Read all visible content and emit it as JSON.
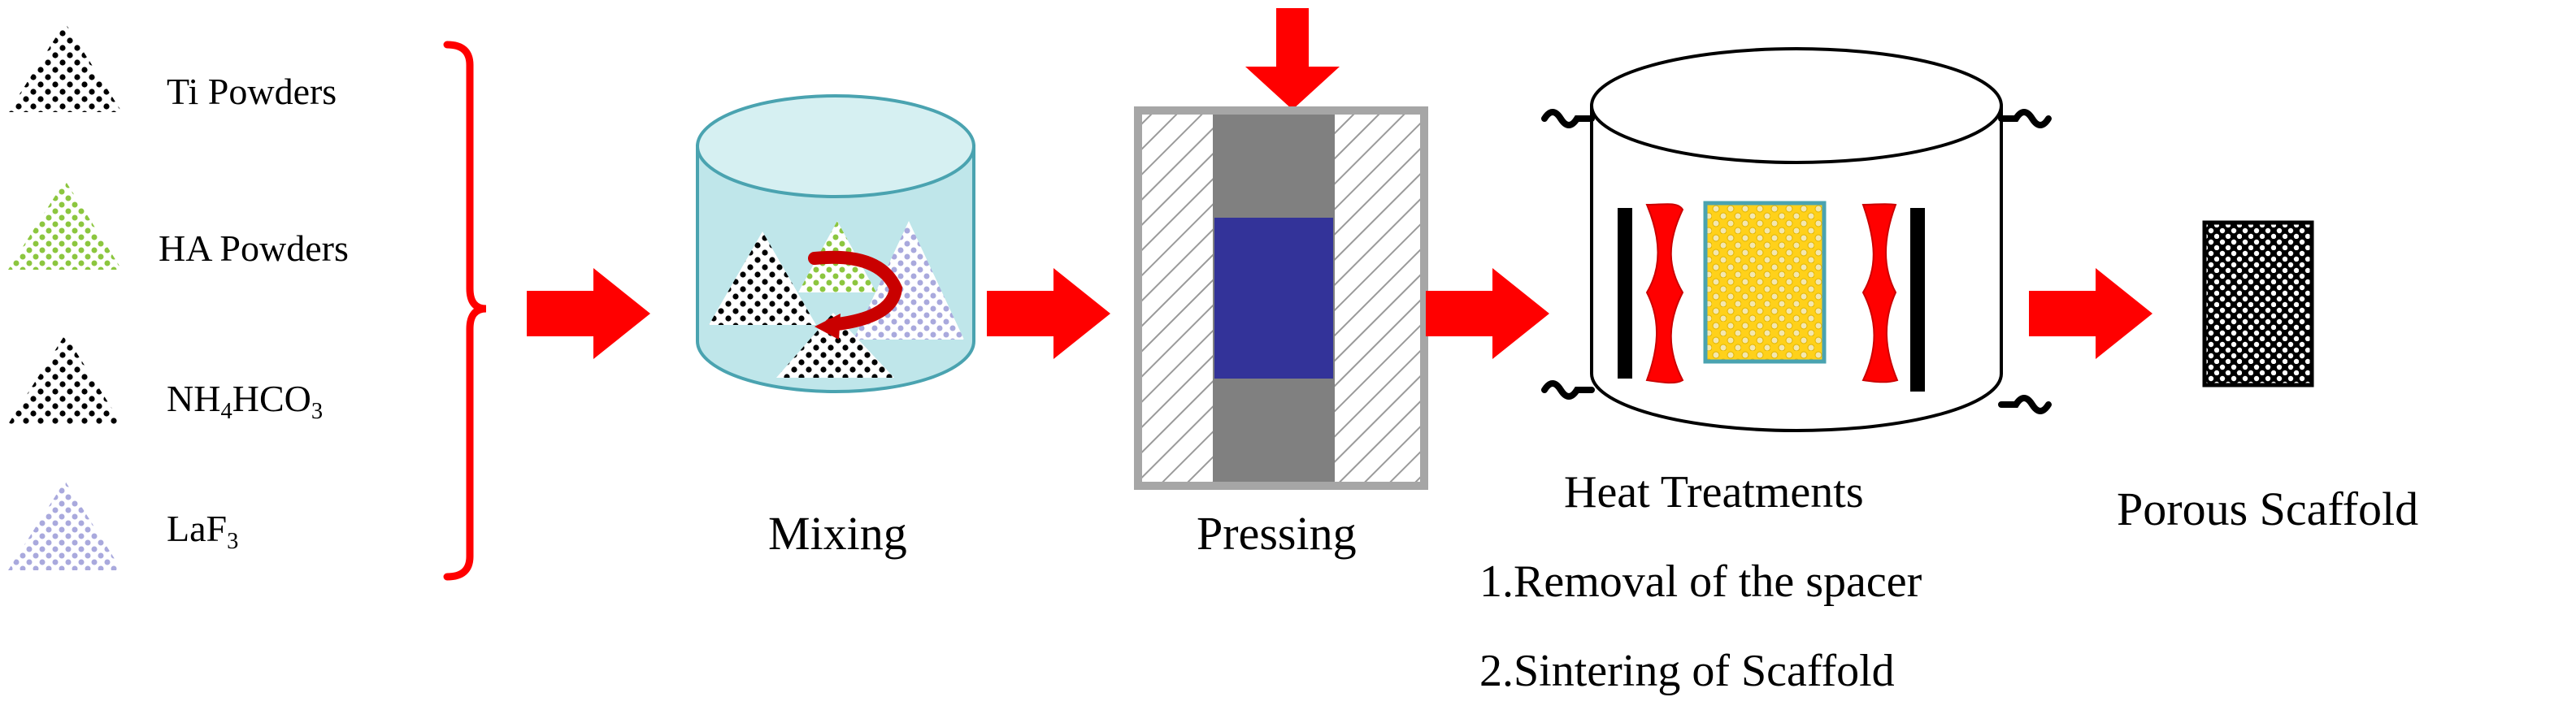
{
  "legend": {
    "ti": "Ti Powders",
    "ha": "HA Powders",
    "nh4hco3": {
      "a": "NH",
      "s1": "4",
      "b": "HCO",
      "s2": "3"
    },
    "laf3": {
      "a": "LaF",
      "s1": "3"
    }
  },
  "steps": {
    "mixing": "Mixing",
    "pressing": "Pressing",
    "heat": "Heat Treatments",
    "heat_step1": "1.Removal of the spacer",
    "heat_step2": "2.Sintering of Scaffold",
    "porous": "Porous Scaffold"
  },
  "colors": {
    "arrow": "#ff0000",
    "cylinder_fill": "#bfe6ea",
    "cylinder_stroke": "#4aa3b0",
    "die_gray": "#808080",
    "die_blue": "#333399",
    "sample_yellow": "#ffd11a",
    "heater_red": "#ff0000",
    "ha_green": "#8cc63f",
    "laf3_purple": "#a9a9dd"
  },
  "icons": [
    "black-dot-triangle",
    "green-dot-triangle",
    "purple-dot-triangle",
    "red-arrow",
    "hatched-die",
    "heating-furnace",
    "porous-block"
  ]
}
